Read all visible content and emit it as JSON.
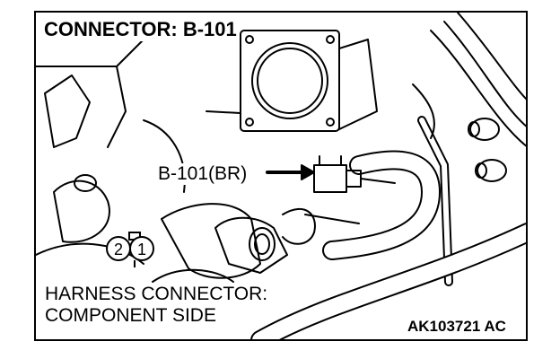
{
  "diagram": {
    "title": "CONNECTOR: B-101",
    "callout_label": "B-101(BR)",
    "harness_line1": "HARNESS CONNECTOR:",
    "harness_line2": "COMPONENT SIDE",
    "figure_id": "AK103721 AC",
    "pin_left": "2",
    "pin_right": "1"
  }
}
